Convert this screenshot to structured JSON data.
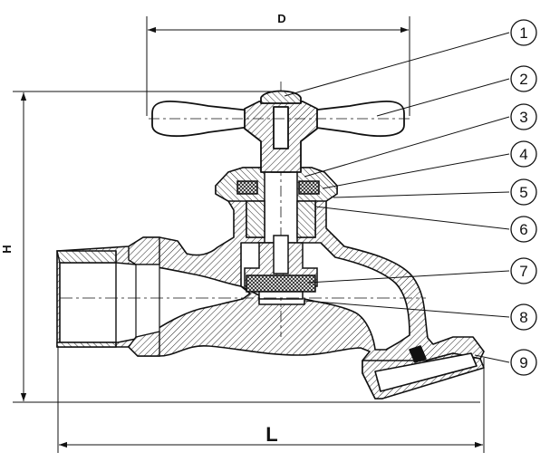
{
  "dimensions": {
    "D": "D",
    "H": "H",
    "L": "L"
  },
  "callouts": [
    "1",
    "2",
    "3",
    "4",
    "5",
    "6",
    "7",
    "8",
    "9"
  ]
}
